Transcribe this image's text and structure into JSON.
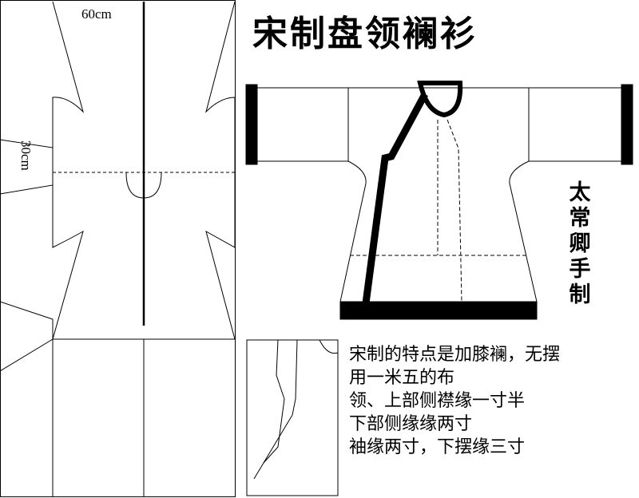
{
  "title": "宋制盘领襕衫",
  "maker": [
    "太",
    "常",
    "卿",
    "手",
    "制"
  ],
  "dimensions": {
    "width": "60cm",
    "height": "30cm"
  },
  "notes": [
    "宋制的特点是加膝襕，无摆",
    "用一米五的布",
    "领、上部侧襟缘一寸半",
    "下部侧缘缘两寸",
    "袖缘两寸，下摆缘三寸"
  ]
}
